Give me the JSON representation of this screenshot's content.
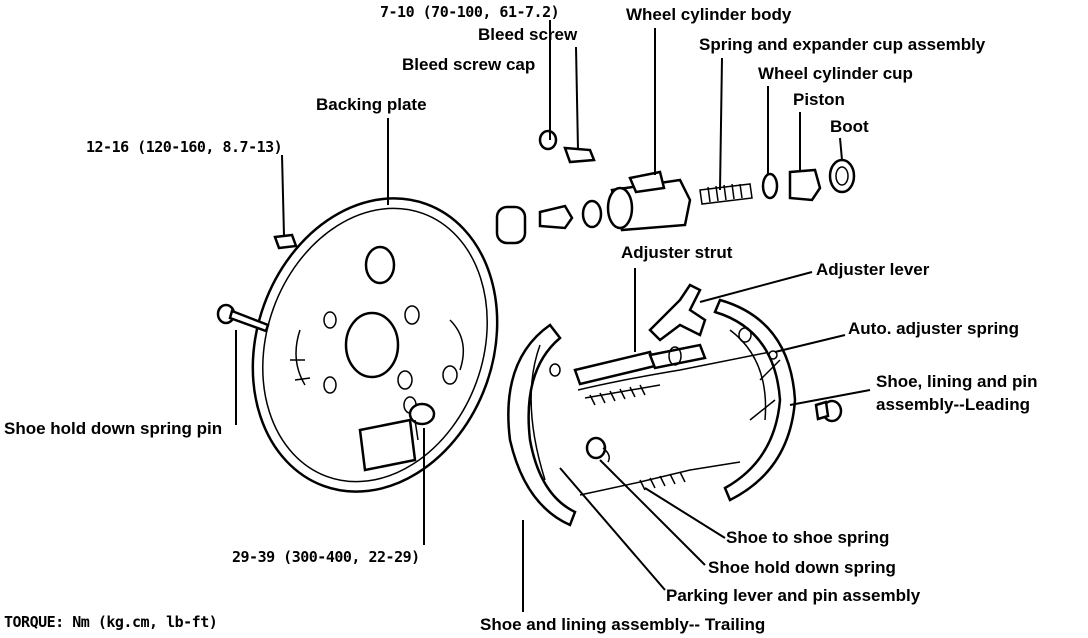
{
  "labels": {
    "torque_wheel_cyl": "7-10 (70-100, 61-7.2)",
    "wheel_cylinder_body": "Wheel cylinder body",
    "bleed_screw": "Bleed screw",
    "spring_expander": "Spring and expander cup assembly",
    "bleed_screw_cap": "Bleed screw cap",
    "wheel_cylinder_cup": "Wheel cylinder cup",
    "piston": "Piston",
    "backing_plate": "Backing plate",
    "boot": "Boot",
    "torque_backing": "12-16 (120-160, 8.7-13)",
    "adjuster_strut": "Adjuster strut",
    "adjuster_lever": "Adjuster lever",
    "auto_adjuster_spring": "Auto. adjuster spring",
    "shoe_leading_1": "Shoe, lining and pin",
    "shoe_leading_2": "assembly--Leading",
    "shoe_hold_down_pin": "Shoe hold down spring pin",
    "torque_axle": "29-39 (300-400, 22-29)",
    "shoe_to_shoe_spring": "Shoe to shoe spring",
    "shoe_hold_down_spring": "Shoe hold down spring",
    "parking_lever": "Parking lever and pin assembly",
    "torque_units": "TORQUE: Nm (kg.cm, lb-ft)",
    "shoe_trailing": "Shoe and lining assembly-- Trailing"
  }
}
